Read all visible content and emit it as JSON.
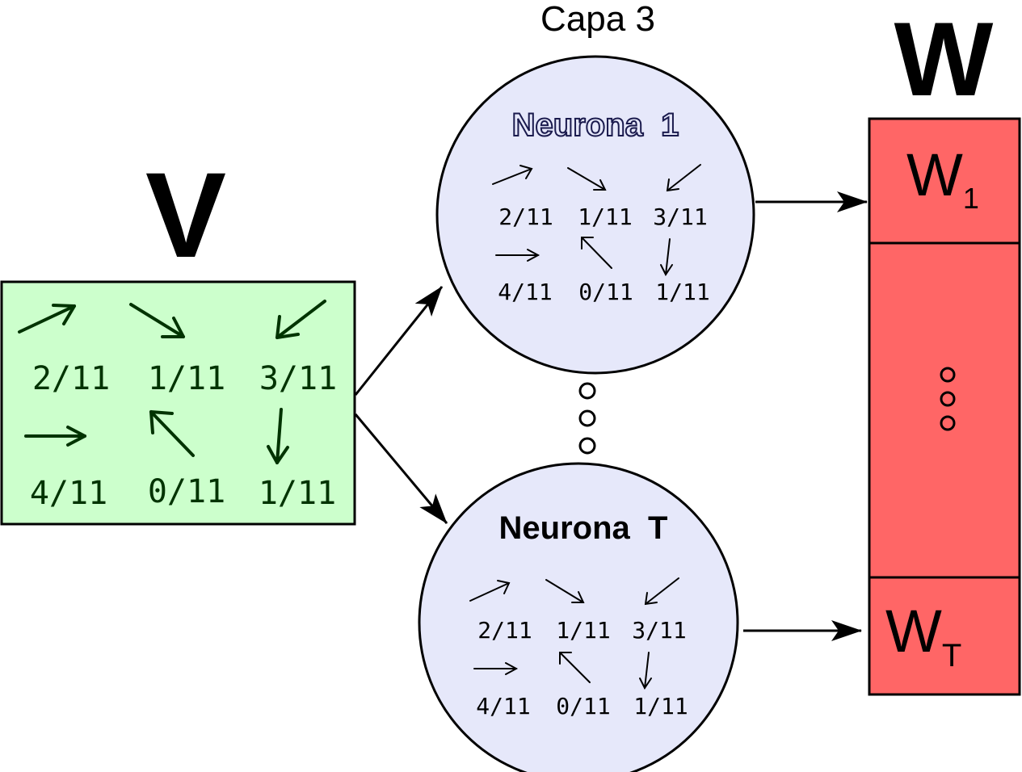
{
  "layer_title": "Capa 3",
  "input": {
    "label": "V",
    "fractions": [
      "2/11",
      "1/11",
      "3/11",
      "4/11",
      "0/11",
      "1/11"
    ],
    "fill": "#ccffcc",
    "text_color": "#003300"
  },
  "neurons": [
    {
      "label": "Neurona  1",
      "fractions": [
        "2/11",
        "1/11",
        "3/11",
        "4/11",
        "0/11",
        "1/11"
      ]
    },
    {
      "label": "Neurona  T",
      "fractions": [
        "2/11",
        "1/11",
        "3/11",
        "4/11",
        "0/11",
        "1/11"
      ]
    }
  ],
  "neuron_fill": "#e6e8fa",
  "output": {
    "label": "W",
    "first": {
      "base": "W",
      "sub": "1"
    },
    "last": {
      "base": "W",
      "sub": "T"
    },
    "fill": "#ff6666"
  },
  "directions": [
    "north-east",
    "south-east",
    "south-west",
    "east",
    "north-west",
    "south"
  ]
}
